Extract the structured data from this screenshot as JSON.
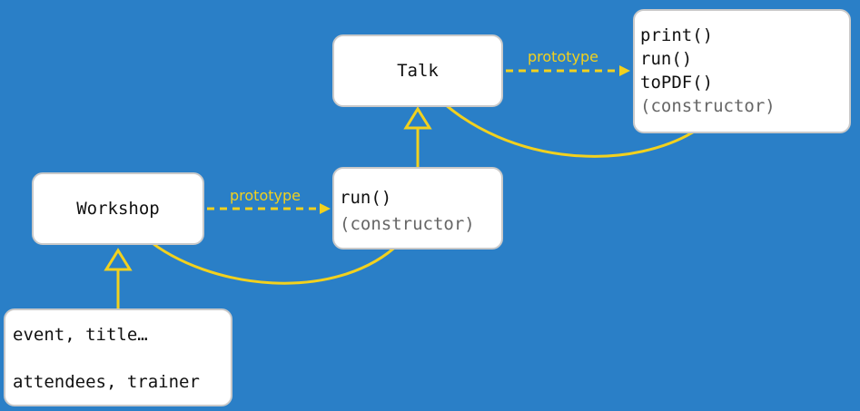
{
  "colors": {
    "background": "#2a7fc7",
    "arrow": "#f2d11e",
    "box": "#ffffff",
    "muted_text": "#666666"
  },
  "talk": {
    "label": "Talk"
  },
  "talk_proto": {
    "lines": [
      "print()",
      "run()",
      "toPDF()",
      "(constructor)"
    ]
  },
  "workshop": {
    "label": "Workshop"
  },
  "workshop_proto": {
    "lines": [
      "run()",
      "(constructor)"
    ]
  },
  "instance": {
    "line1": "event, title…",
    "line2": "attendees, trainer"
  },
  "edges": {
    "prototype_label_top": "prototype",
    "prototype_label_mid": "prototype"
  }
}
